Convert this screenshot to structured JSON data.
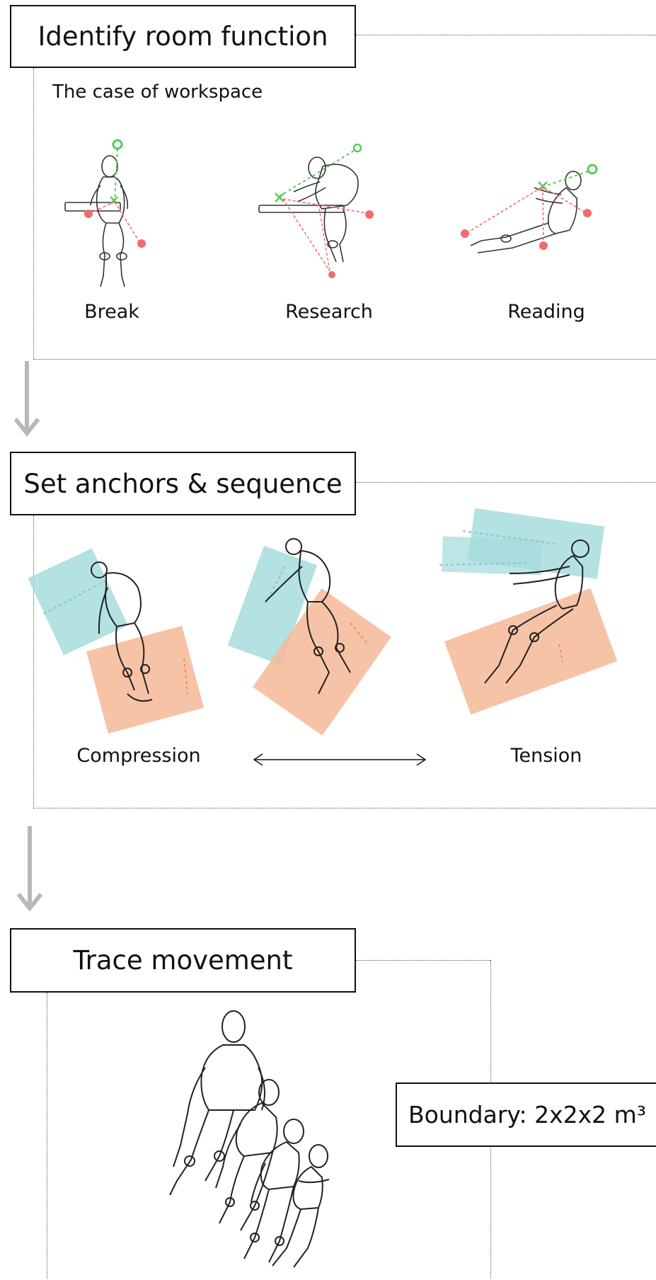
{
  "steps": [
    {
      "title": "Identify room function",
      "subtitle": "The case of workspace",
      "figures": [
        {
          "label": "Break"
        },
        {
          "label": "Research"
        },
        {
          "label": "Reading"
        }
      ]
    },
    {
      "title": "Set anchors & sequence",
      "figures": [
        {
          "label": "Compression"
        },
        {
          "label": "Tension"
        }
      ]
    },
    {
      "title": "Trace movement",
      "boundary": "Boundary: 2x2x2 m³"
    }
  ],
  "colors": {
    "anchor_red": "#f06b6b",
    "anchor_green": "#5cc95c",
    "zone_teal": "#a7dcdc",
    "zone_orange": "#f6b896",
    "arrow_gray": "#b8b8b8"
  }
}
